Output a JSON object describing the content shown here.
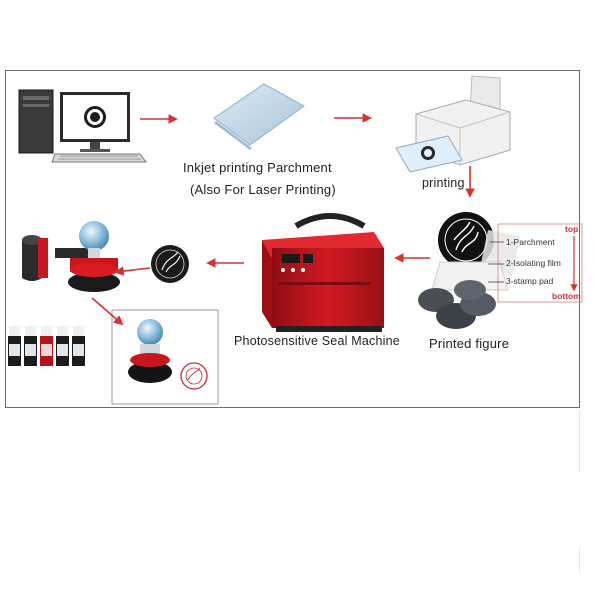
{
  "labels": {
    "parchment_line1": "Inkjet printing Parchment",
    "parchment_line2": "(Also For Laser Printing)",
    "printing": "printing",
    "machine": "Photosensitive Seal Machine",
    "printed_figure": "Printed figure"
  },
  "layers": {
    "top": "top",
    "bottom": "bottom",
    "items": [
      "1-Parchment",
      "2-Isolating film",
      "3-stamp pad"
    ]
  },
  "colors": {
    "arrow": "#d9322f",
    "machine_red": "#c8141c",
    "screen_blue": "#c9e6f5"
  }
}
